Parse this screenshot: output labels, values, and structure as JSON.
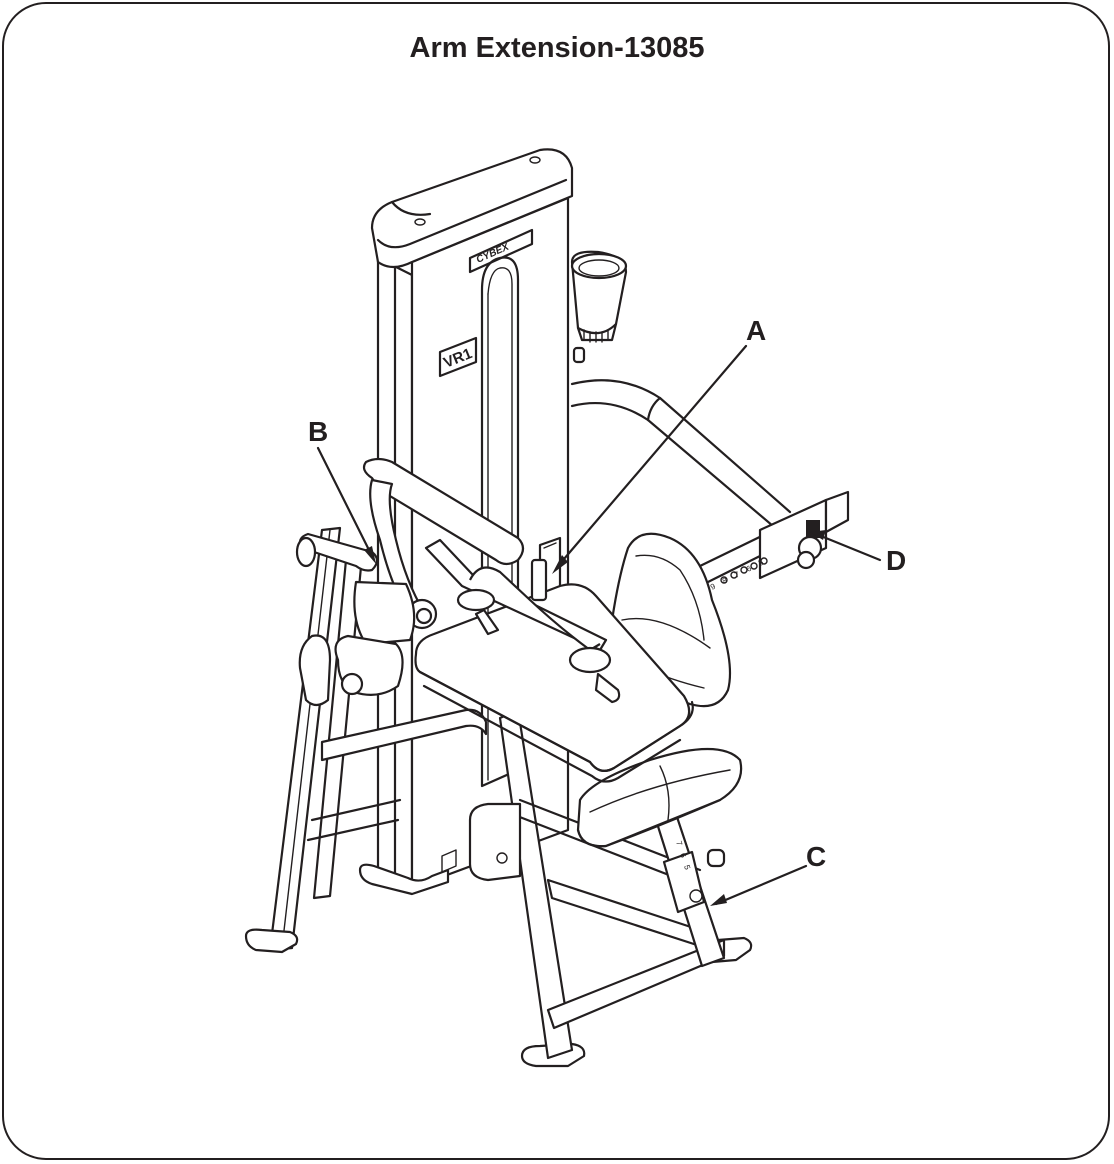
{
  "title": "Arm Extension-13085",
  "brand_label": "CYBEX",
  "model_label": "VR1",
  "callouts": [
    {
      "id": "A",
      "label": "A"
    },
    {
      "id": "B",
      "label": "B"
    },
    {
      "id": "C",
      "label": "C"
    },
    {
      "id": "D",
      "label": "D"
    }
  ],
  "adjustment_numbers_arm": [
    "9",
    "8",
    "7",
    "6",
    "5"
  ],
  "adjustment_numbers_seat": [
    "7",
    "6",
    "5"
  ]
}
